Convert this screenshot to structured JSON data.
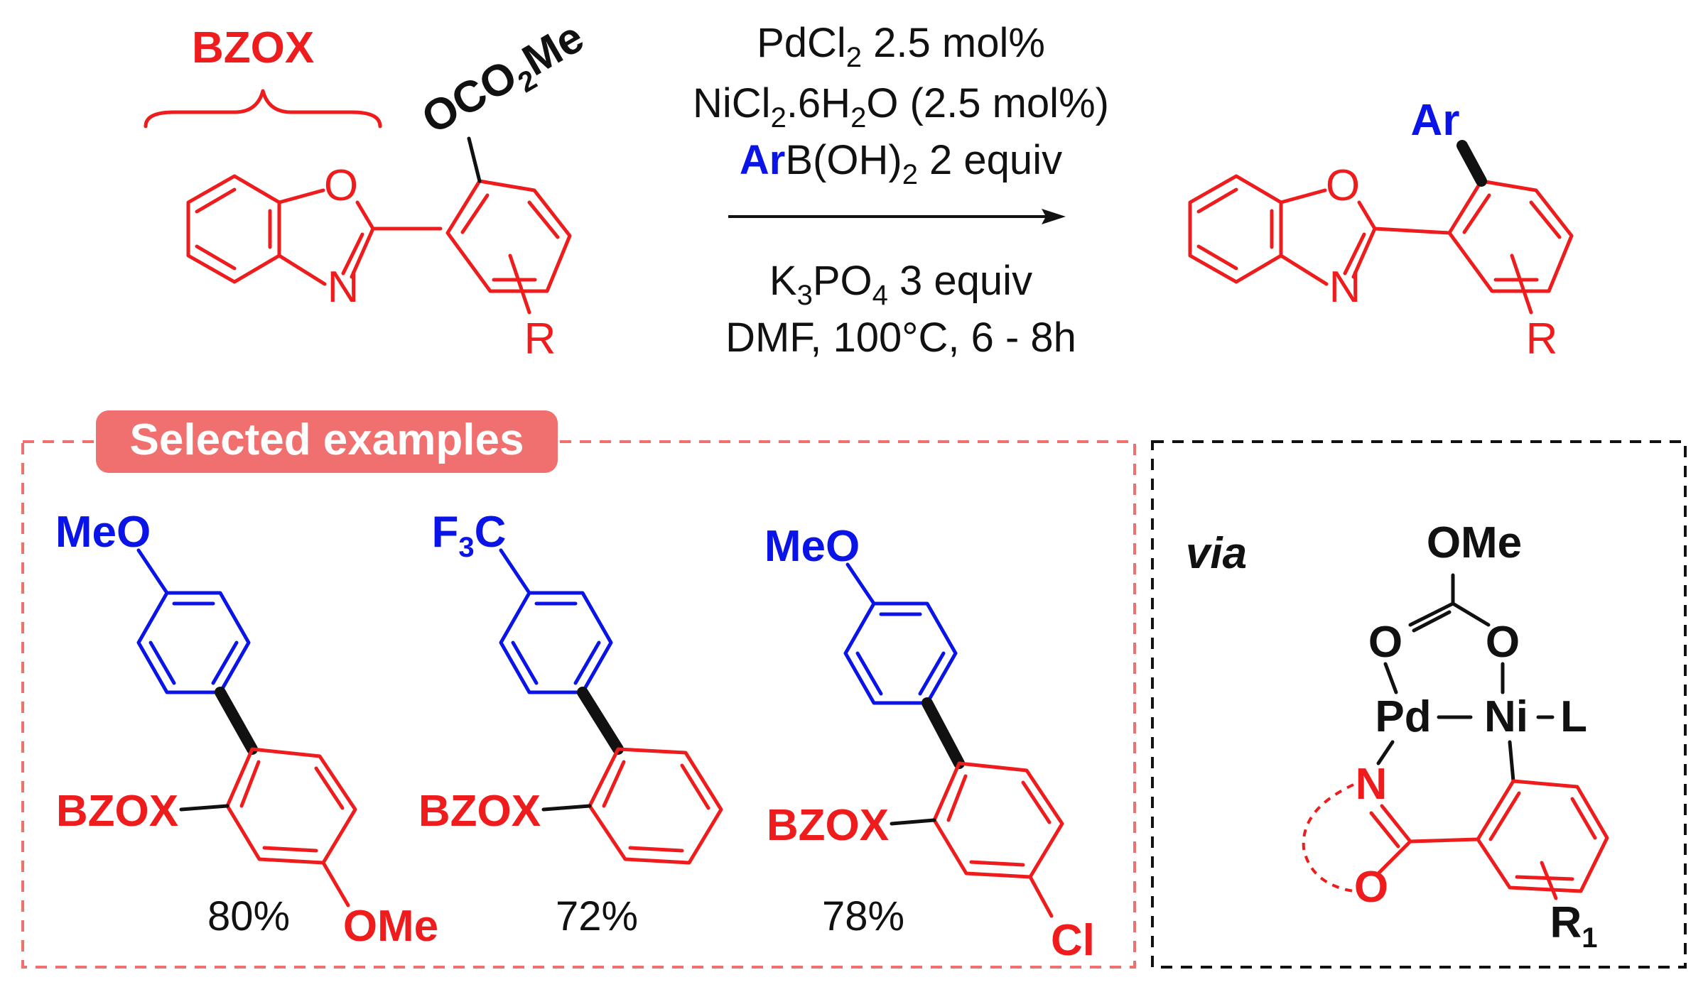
{
  "reactant": {
    "group_label": "BZOX",
    "substituent": "OCO2Me",
    "substituent_parts": [
      "OCO",
      "2",
      "Me"
    ],
    "ring_O": "O",
    "ring_N": "N",
    "R": "R"
  },
  "conditions": {
    "line1": [
      "PdCl",
      "2",
      " 2.5 mol%"
    ],
    "line2": [
      "NiCl",
      "2",
      ".6H",
      "2",
      "O (2.5 mol%)"
    ],
    "line3_ar": "Ar",
    "line3_rest": [
      "B(OH)",
      "2",
      " 2 equiv"
    ],
    "line4": [
      "K",
      "3",
      "PO",
      "4",
      " 3 equiv"
    ],
    "line5": "DMF,  100°C, 6 - 8h"
  },
  "product": {
    "Ar": "Ar",
    "ring_O": "O",
    "ring_N": "N",
    "R": "R"
  },
  "selected_examples": {
    "title": "Selected examples",
    "examples": [
      {
        "top_group": "MeO",
        "left_group": "BZOX",
        "bottom_group": "OMe",
        "yield": "80%"
      },
      {
        "top_group_parts": [
          "F",
          "3",
          "C"
        ],
        "left_group": "BZOX",
        "yield": "72%"
      },
      {
        "top_group": "MeO",
        "left_group": "BZOX",
        "bottom_group": "Cl",
        "yield": "78%"
      }
    ]
  },
  "mechanism": {
    "via": "via",
    "OMe": "OMe",
    "O_left": "O",
    "O_right": "O",
    "Pd": "Pd",
    "Ni": "Ni",
    "L": "L",
    "N": "N",
    "O_bottom": "O",
    "R1_parts": [
      "R",
      "1"
    ]
  },
  "colors": {
    "red": "#ee1c1c",
    "blue": "#0a14e6",
    "black": "#111111",
    "badge": "#f07070",
    "dashed_box_red": "#f07070"
  }
}
